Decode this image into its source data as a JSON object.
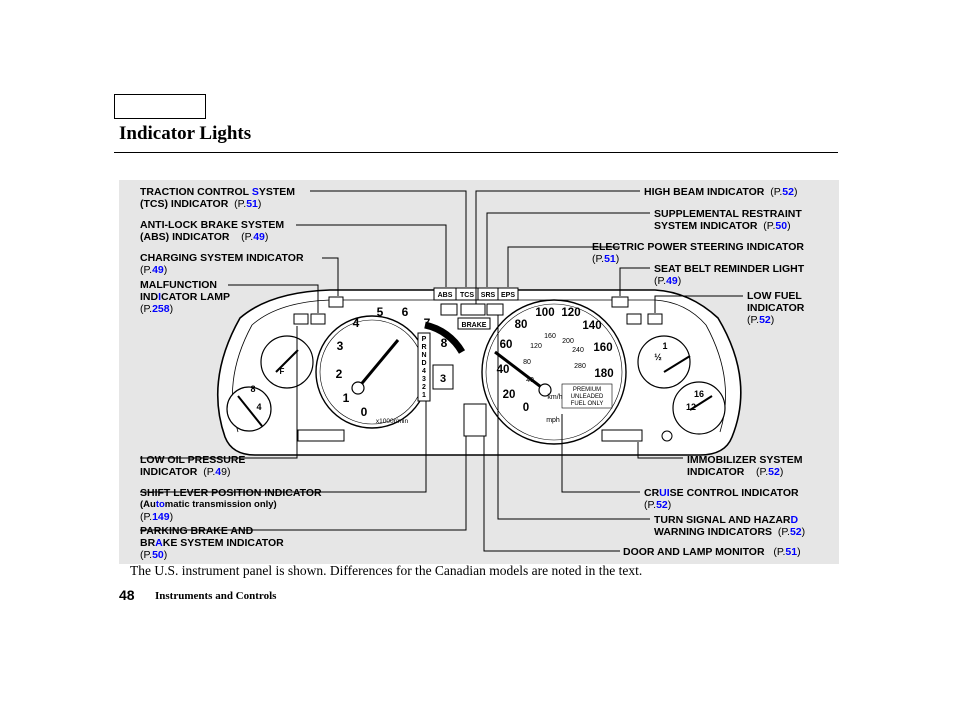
{
  "header": {
    "title": "Indicator Lights"
  },
  "labels": {
    "tcs": {
      "line1a": "TRACTION CONTROL ",
      "line1b": "S",
      "line1c": "YSTEM",
      "line2": "(TCS) INDICATOR",
      "ref_a": "(P.",
      "ref_b": "51",
      "ref_c": ")"
    },
    "abs": {
      "line1": "ANTI-LOCK BRAKE SYSTEM",
      "line2": "(ABS) INDICATOR",
      "ref_a": "(P.",
      "ref_b": "49",
      "ref_c": ")"
    },
    "charging": {
      "line1": "CHARGING SYSTEM INDICATOR",
      "ref_a": "(P.",
      "ref_b": "49",
      "ref_c": ")"
    },
    "malfunction": {
      "line1": "MALFUNCTION",
      "line2a": "IND",
      "line2b": "I",
      "line2c": "CATOR LAMP",
      "ref_a": "(P.",
      "ref_b": "258",
      "ref_c": ")"
    },
    "high_beam": {
      "line1": "HIGH BEAM INDICATOR",
      "ref_a": "(P.",
      "ref_b": "52",
      "ref_c": ")"
    },
    "srs": {
      "line1": "SUPPLEMENTAL RESTRAINT",
      "line2": "SYSTEM INDICATOR",
      "ref_a": "(P.",
      "ref_b": "50",
      "ref_c": ")"
    },
    "eps": {
      "line1": "ELECTRIC POWER STEERING INDICATOR",
      "ref_a": "(P.",
      "ref_b": "51",
      "ref_c": ")"
    },
    "seat_belt": {
      "line1": "SEAT BELT REMINDER LIGHT",
      "ref_a": "(P.",
      "ref_b": "49",
      "ref_c": ")"
    },
    "low_fuel": {
      "line1": "LOW FUEL",
      "line2": "INDICATOR",
      "ref_a": "(P.",
      "ref_b": "52",
      "ref_c": ")"
    },
    "low_oil": {
      "line1": "LOW OIL PRESSURE",
      "line2": "INDICATOR",
      "ref_a": "(P.",
      "ref_b": "4",
      "ref_c": "9)"
    },
    "shift": {
      "line1": "SHIFT LEVER POSITION INDICATOR",
      "line2a": "(Au",
      "line2b": "to",
      "line2c": "matic transmission only)",
      "ref_a": "(P.",
      "ref_b": "149",
      "ref_c": ")"
    },
    "parking": {
      "line1": "PARKING BRAKE AND",
      "line2a": "BR",
      "line2b": "A",
      "line2c": "KE SYSTEM INDICATOR",
      "ref_a": "(P.",
      "ref_b": "50",
      "ref_c": ")"
    },
    "immobilizer": {
      "line1": "IMMOBILIZER SYSTEM",
      "line2": "INDICATOR",
      "ref_a": "(P.",
      "ref_b": "52",
      "ref_c": ")"
    },
    "cruise": {
      "line1a": "CR",
      "line1b": "UI",
      "line1c": "SE CONTROL INDICATOR",
      "ref_a": "(P.",
      "ref_b": "52",
      "ref_c": ")"
    },
    "turn": {
      "line1a": "TURN SIGNAL AND HAZAR",
      "line1b": "D",
      "line2": "WARNING INDICATORS",
      "ref_a": "(P.",
      "ref_b": "52",
      "ref_c": ")"
    },
    "door": {
      "line1": "DOOR AND LAMP MONITOR",
      "ref_a": "(P.",
      "ref_b": "51",
      "ref_c": ")"
    }
  },
  "cluster": {
    "warn_icons": [
      "ABS",
      "TCS",
      "SRS",
      "EPS"
    ],
    "brake_label": "BRAKE",
    "tach_numbers": [
      "0",
      "1",
      "2",
      "3",
      "4",
      "5",
      "6",
      "7",
      "8"
    ],
    "tach_unit": "x1000r/min",
    "gear_letters": [
      "P",
      "R",
      "N",
      "D",
      "4",
      "3",
      "2",
      "1"
    ],
    "gear_display": "3",
    "speed_mph": [
      "0",
      "20",
      "40",
      "60",
      "80",
      "100",
      "120",
      "140",
      "160",
      "180"
    ],
    "speed_kmh": [
      "40",
      "80",
      "120",
      "160",
      "200",
      "240",
      "280"
    ],
    "speed_unit_kmh": "km/h",
    "speed_unit_mph": "mph",
    "fuel_note": [
      "PREMIUM",
      "UNLEADED",
      "FUEL ONLY"
    ],
    "fuel_marks": [
      "1",
      "½"
    ],
    "temp_marks": [
      "16",
      "12"
    ],
    "left_gauge_marks": [
      "8",
      "4"
    ],
    "left_gauge_letter": "F"
  },
  "footer": {
    "caption": "The U.S. instrument panel is shown. Differences for the Canadian models are noted in the text.",
    "page_number": "48",
    "section": "Instruments and Controls"
  }
}
